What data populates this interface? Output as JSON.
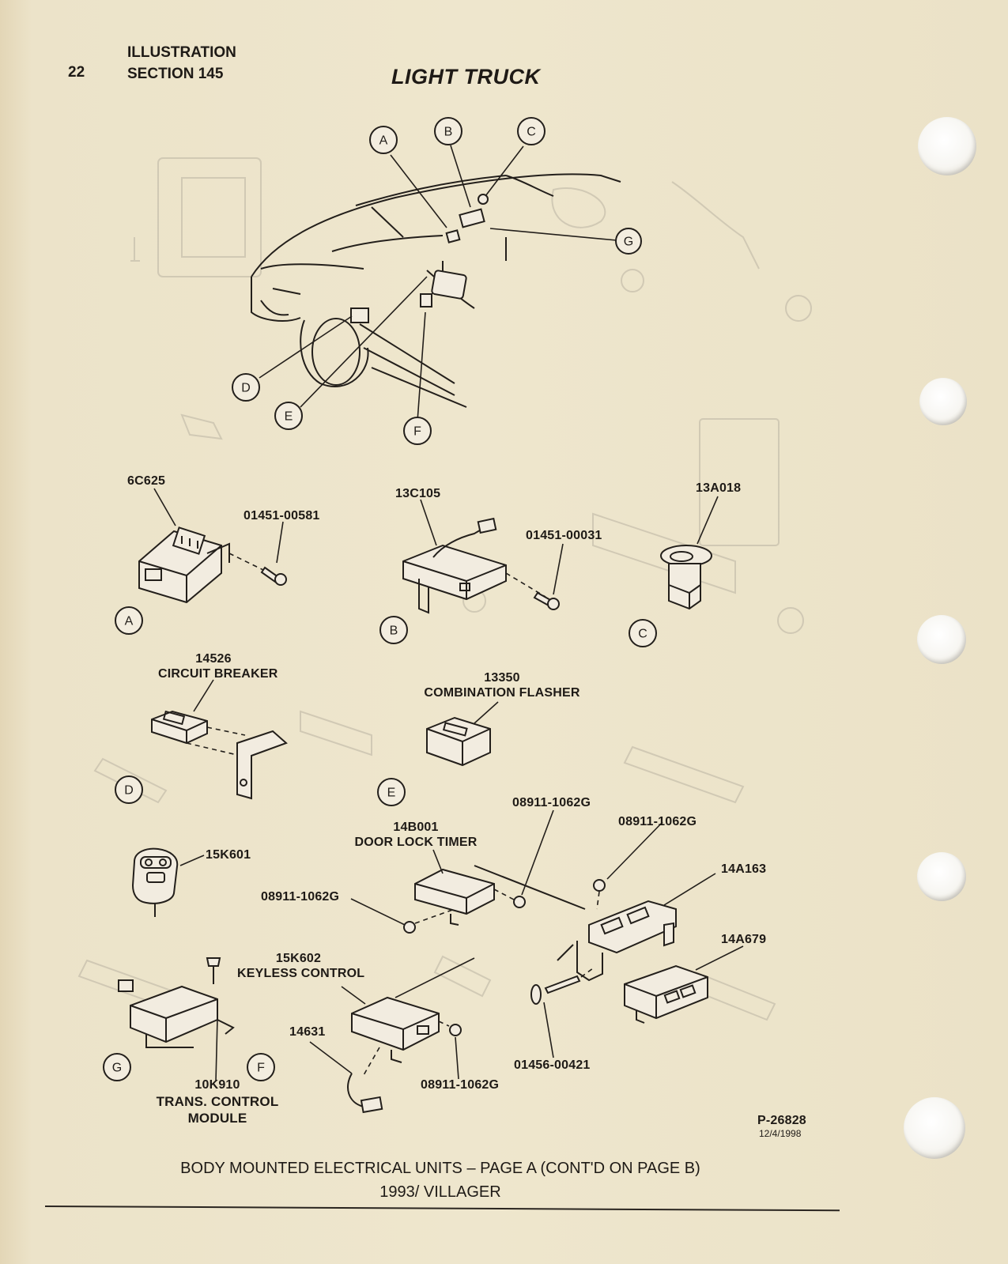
{
  "header": {
    "page_number": "22",
    "line1": "ILLUSTRATION",
    "line2": "SECTION 145",
    "title": "LIGHT TRUCK"
  },
  "callouts": {
    "A": "A",
    "B": "B",
    "C": "C",
    "D": "D",
    "E": "E",
    "F": "F",
    "G": "G"
  },
  "parts": {
    "a_part": "6C625",
    "a_screw": "01451-00581",
    "b_part": "13C105",
    "b_screw": "01451-00031",
    "c_part": "13A018",
    "d_part_number": "14526",
    "d_part_name": "CIRCUIT BREAKER",
    "e_part_number": "13350",
    "e_part_name": "COMBINATION FLASHER",
    "nut_top_center": "08911-1062G",
    "nut_top_right": "08911-1062G",
    "timer_number": "14B001",
    "timer_name": "DOOR LOCK TIMER",
    "bracket": "14A163",
    "remote": "15K601",
    "nut_left": "08911-1062G",
    "module_right": "14A679",
    "keyless_number": "15K602",
    "keyless_name": "KEYLESS CONTROL",
    "harness": "14631",
    "nut_bottom": "08911-1062G",
    "bolt": "01456-00421",
    "tcm_number": "10K910",
    "tcm_name_1": "TRANS. CONTROL",
    "tcm_name_2": "MODULE"
  },
  "footer": {
    "ref_code": "P-26828",
    "ref_date": "12/4/1998",
    "caption_line1": "BODY MOUNTED ELECTRICAL UNITS – PAGE A (CONT'D ON PAGE B)",
    "caption_line2": "1993/ VILLAGER"
  },
  "colors": {
    "paper": "#ebe2c8",
    "ink": "#231f1b",
    "bleed_through": "#b9b2a2"
  }
}
